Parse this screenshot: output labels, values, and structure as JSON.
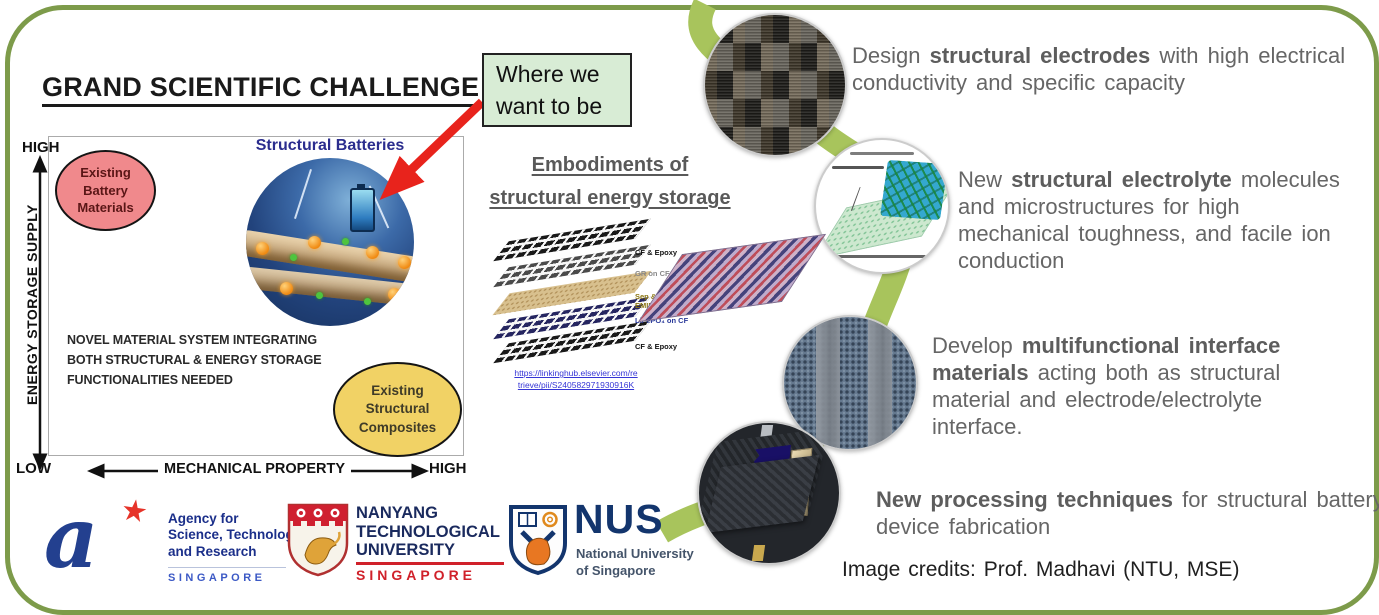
{
  "frame": {
    "border_color": "#7d9b4a",
    "ribbon_color": "#a8c45c"
  },
  "challenge": {
    "title": "GRAND SCIENTIFIC CHALLENGE",
    "y_axis": {
      "high": "HIGH",
      "low": "LOW",
      "label": "ENERGY STORAGE SUPPLY"
    },
    "x_axis": {
      "label": "MECHANICAL PROPERTY",
      "high": "HIGH"
    },
    "battery_bubble": {
      "lines": [
        "Existing",
        "Battery",
        "Materials"
      ],
      "fill": "#f0898c"
    },
    "composites_bubble": {
      "lines": [
        "Existing",
        "Structural",
        "Composites"
      ],
      "fill": "#f1d265"
    },
    "center_label": "Structural Batteries",
    "note_lines": [
      "NOVEL MATERIAL SYSTEM INTEGRATING",
      "BOTH STRUCTURAL & ENERGY STORAGE",
      "FUNCTIONALITIES NEEDED"
    ]
  },
  "callout": {
    "lines": [
      "Where we",
      "want to be"
    ],
    "fill": "#d8ecd5"
  },
  "embodiments": {
    "heading_lines": [
      "Embodiments of",
      "structural energy storage"
    ],
    "layer_labels": [
      "CF & Epoxy",
      "GR on CF",
      "Sep & LiTFSI",
      "EMIMBF₄",
      "LiFePO₄ on CF",
      "CF & Epoxy"
    ],
    "link_lines": [
      "https://linkinghub.elsevier.com/re",
      "trieve/pii/S240582971930916K"
    ]
  },
  "goals": [
    {
      "pre": "Design ",
      "bold": "structural electrodes",
      "post": " with high electrical conductivity and specific capacity"
    },
    {
      "pre": "New ",
      "bold": "structural electrolyte",
      "post": " molecules and microstructures for high mechanical toughness, and facile ion conduction"
    },
    {
      "pre": "Develop ",
      "bold": "multifunctional interface materials",
      "post": " acting both as structural material and electrode/electrolyte interface."
    },
    {
      "pre": "",
      "bold": "New processing techniques",
      "post": " for structural battery device fabrication"
    }
  ],
  "credits": "Image credits: Prof. Madhavi (NTU, MSE)",
  "logos": {
    "astar": {
      "glyph": "a",
      "star": "★",
      "lines": [
        "Agency for",
        "Science, Technology",
        "and Research"
      ],
      "country": "SINGAPORE"
    },
    "ntu": {
      "lines": [
        "NANYANG",
        "TECHNOLOGICAL",
        "UNIVERSITY"
      ],
      "country": "SINGAPORE"
    },
    "nus": {
      "abbr": "NUS",
      "lines": [
        "National University",
        "of Singapore"
      ]
    }
  }
}
